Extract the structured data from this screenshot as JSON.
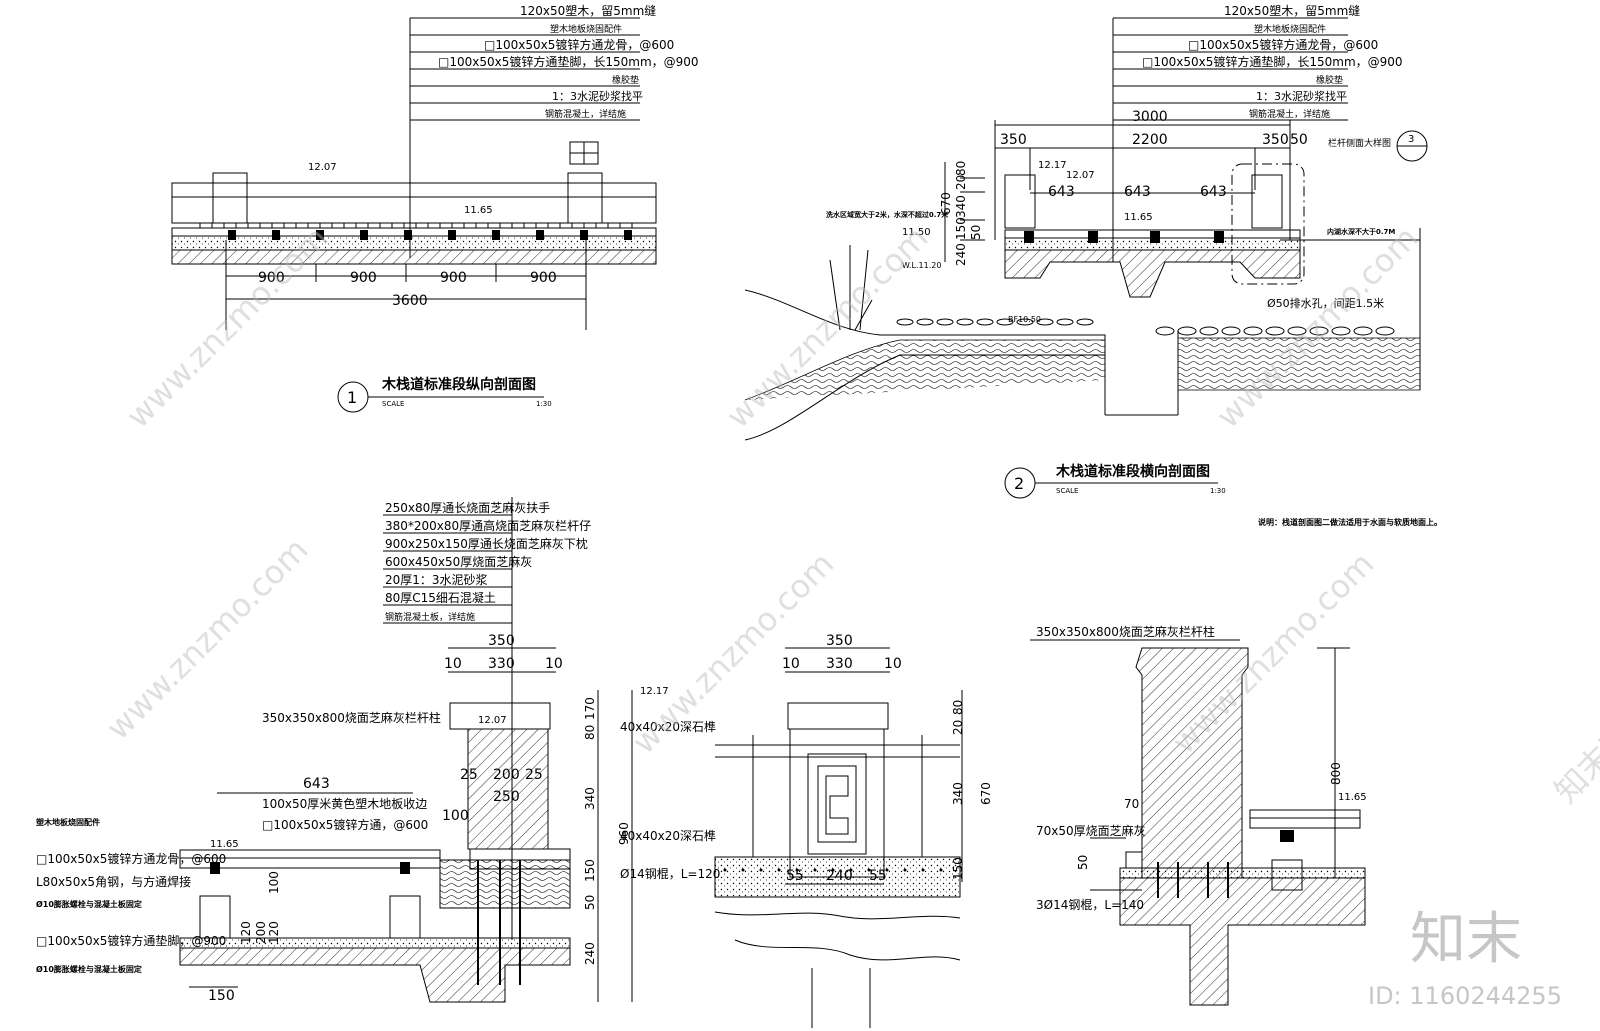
{
  "sections": [
    {
      "number": "1",
      "title": "木栈道标准段纵向剖面图",
      "scale_label": "SCALE",
      "scale_value": "1:30",
      "callouts": [
        "120x50塑木，留5mm缝",
        "塑木地板烧固配件",
        "□100x50x5镀锌方通龙骨，@600",
        "□100x50x5镀锌方通垫脚，长150mm，@900",
        "橡胶垫",
        "1：3水泥砂浆找平",
        "钢筋混凝土，详结施"
      ],
      "levels": [
        "12.07",
        "11.65"
      ],
      "dims": [
        "900",
        "900",
        "900",
        "900",
        "3600"
      ]
    },
    {
      "number": "2",
      "title": "木栈道标准段横向剖面图",
      "scale_label": "SCALE",
      "scale_value": "1:30",
      "callouts": [
        "120x50塑木，留5mm缝",
        "塑木地板烧固配件",
        "□100x50x5镀锌方通龙骨，@600",
        "□100x50x5镀锌方通垫脚，长150mm，@900",
        "橡胶垫",
        "1：3水泥砂浆找平",
        "钢筋混凝土，详结施"
      ],
      "dims_top": [
        "3000",
        "350",
        "2200",
        "350",
        "50"
      ],
      "dims_mid": [
        "643",
        "643",
        "643"
      ],
      "dims_v": [
        "80",
        "20",
        "340",
        "670",
        "150",
        "240",
        "50"
      ],
      "levels": [
        "12.17",
        "12.07",
        "11.65",
        "11.50",
        "W.L.11.20",
        "BF10.50"
      ],
      "notes": [
        "栏杆侧面大样图",
        "3",
        "洗水区域宽大于2米，水深不超过0.7米",
        "内湖水深不大于0.7M",
        "Ø50排水孔，间距1.5米",
        "说明：栈道剖面图二做法适用于水面与软质地面上。"
      ]
    },
    {
      "callouts": [
        "250x80厚通长烧面芝麻灰扶手",
        "380*200x80厚通高烧面芝麻灰栏杆仔",
        "900x250x150厚通长烧面芝麻灰下枕",
        "600x450x50厚烧面芝麻灰",
        "20厚1：3水泥砂浆",
        "80厚C15细石混凝土",
        "钢筋混凝土板，详结施"
      ],
      "left_callouts": [
        "塑木地板烧固配件",
        "□100x50x5镀锌方通龙骨，@600",
        "L80x50x5角钢，与方通焊接",
        "Ø10膨胀螺栓与混凝土板固定",
        "□100x50x5镀锌方通垫脚，@900",
        "Ø10膨胀螺栓与混凝土板固定"
      ],
      "mid_callouts": [
        "350x350x800烧面芝麻灰栏杆柱",
        "100x50厚米黄色塑木地板收边",
        "□100x50x5镀锌方通，@600",
        "40x40x20深石榫",
        "40x40x20深石榫",
        "Ø14钢棍，L=120"
      ],
      "dims": [
        "350",
        "10",
        "330",
        "10",
        "643",
        "25",
        "200",
        "25",
        "250",
        "100",
        "150",
        "170",
        "80",
        "340",
        "960",
        "150",
        "50",
        "240",
        "100",
        "200",
        "120",
        "120"
      ],
      "levels": [
        "12.17",
        "12.07",
        "11.65"
      ]
    },
    {
      "dims": [
        "350",
        "10",
        "330",
        "10",
        "55",
        "240",
        "55",
        "80",
        "20",
        "340",
        "670",
        "150"
      ]
    },
    {
      "callouts": [
        "350x350x800烧面芝麻灰栏杆柱",
        "70x50厚烧面芝麻灰",
        "3Ø14钢棍，L=140"
      ],
      "dims": [
        "800",
        "70",
        "50"
      ],
      "levels": [
        "11.65"
      ]
    }
  ],
  "watermark": {
    "site": "www.znzmo.com",
    "brand": "知末",
    "id": "ID: 1160244255",
    "cn": "知末网"
  }
}
